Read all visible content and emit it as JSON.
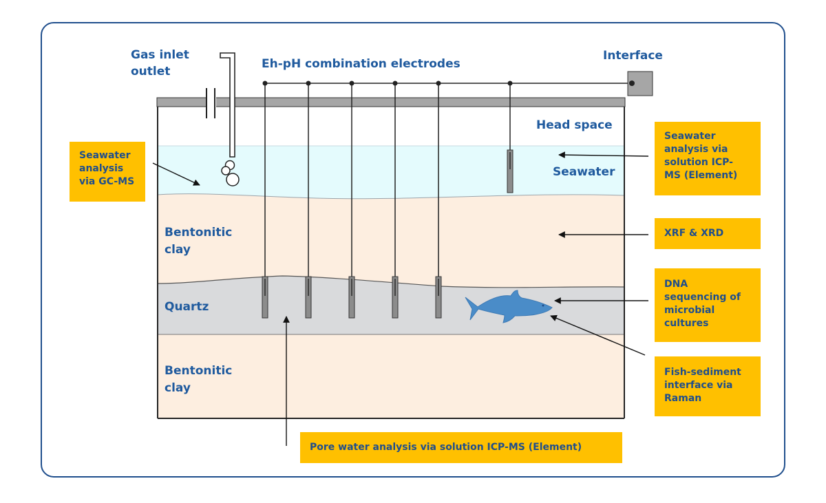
{
  "title_labels": {
    "gas_inlet": "Gas inlet",
    "gas_outlet": "outlet",
    "electrodes": "Eh-pH combination electrodes",
    "interface": "Interface"
  },
  "layers": {
    "head_space": "Head space",
    "seawater": "Seawater",
    "bentonitic_clay_upper_1": "Bentonitic",
    "bentonitic_clay_upper_2": "clay",
    "quartz": "Quartz",
    "bentonitic_clay_lower_1": "Bentonitic",
    "bentonitic_clay_lower_2": "clay"
  },
  "analysis_boxes": {
    "gcms": [
      "Seawater",
      "analysis",
      "via GC-MS"
    ],
    "icpms_seawater": [
      "Seawater",
      "analysis via",
      "solution ICP-",
      "MS (Element)"
    ],
    "xrf_xrd": [
      "XRF & XRD"
    ],
    "dna": [
      "DNA",
      "sequencing of",
      "microbial",
      "cultures"
    ],
    "raman": [
      "Fish-sediment",
      "interface via",
      "Raman"
    ],
    "pore_water": [
      "Pore water analysis via solution ICP-MS (Element)"
    ]
  },
  "colors": {
    "frame_border": "#1f4e8c",
    "label_text": "#1f5a9e",
    "box_fill": "#ffc000",
    "seawater": "#e4fbfd",
    "clay": "#fdeee0",
    "quartz": "#d9dadc",
    "fish": "#4a8cc8"
  }
}
